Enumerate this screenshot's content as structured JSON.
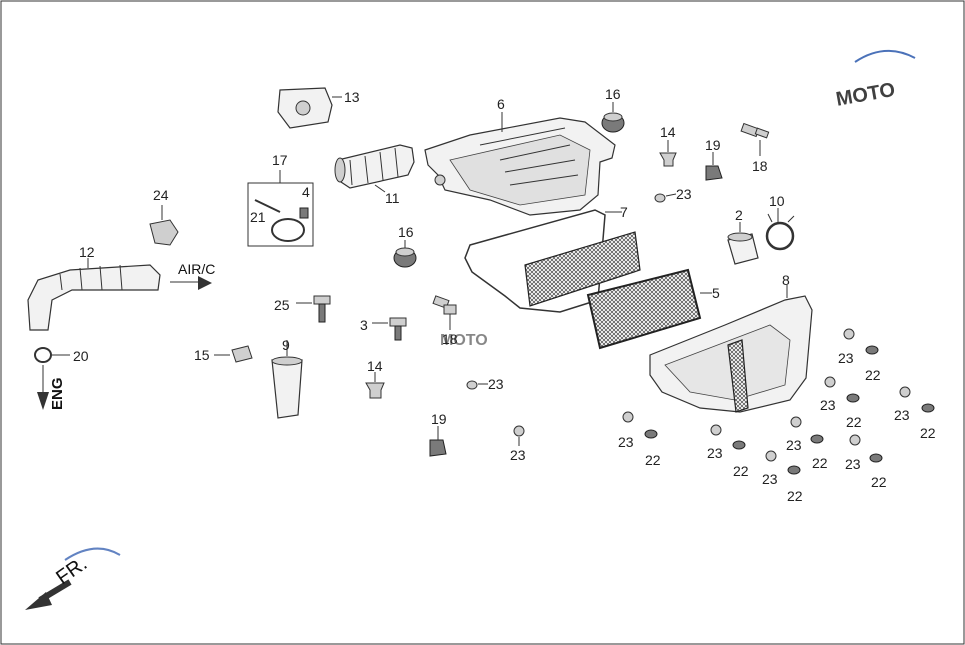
{
  "labels": {
    "p2": "2",
    "p3": "3",
    "p4": "4",
    "p5": "5",
    "p6": "6",
    "p7": "7",
    "p8": "8",
    "p9": "9",
    "p10": "10",
    "p11": "11",
    "p12": "12",
    "p13": "13",
    "p14a": "14",
    "p14b": "14",
    "p15": "15",
    "p16a": "16",
    "p16b": "16",
    "p17": "17",
    "p18a": "18",
    "p18b": "18",
    "p19a": "19",
    "p19b": "19",
    "p20": "20",
    "p21": "21",
    "p23": "23",
    "p24": "24",
    "p25": "25"
  },
  "small_labels": {
    "l23": "23",
    "l22": "22"
  },
  "annotations": {
    "air": "AIR/C",
    "eng": "ENG",
    "front": "FR."
  },
  "colors": {
    "line": "#333333",
    "watermark_red": "#c8202a",
    "watermark_blue": "#1f4fa8"
  }
}
